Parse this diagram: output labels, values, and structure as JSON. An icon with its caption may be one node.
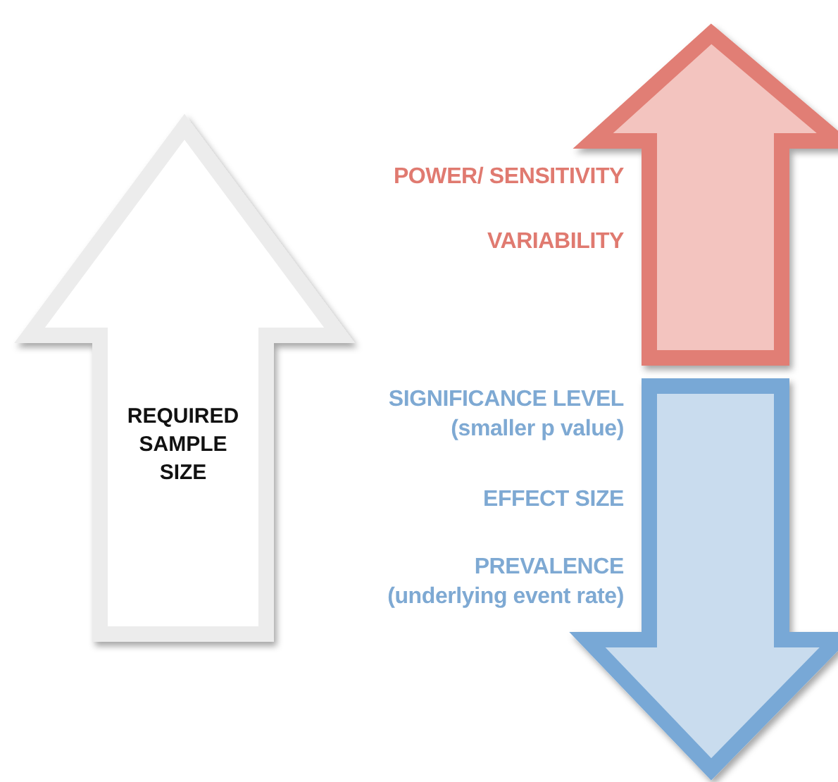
{
  "diagram": {
    "nodes": [
      {
        "text": [
          "REQUIRED SAMPLE SIZE"
        ]
      },
      {
        "text": [],
        "shape": "arrow",
        "beside": [
          "POWER/ SENSITIVITY",
          "VARIABILITY"
        ]
      },
      {
        "text": [],
        "shape": "arrow",
        "beside": [
          "SIGNIFICANCE LEVEL (smaller p value)",
          "EFFECT SIZE",
          "PREVALENCE (underlying event rate)"
        ]
      }
    ]
  }
}
